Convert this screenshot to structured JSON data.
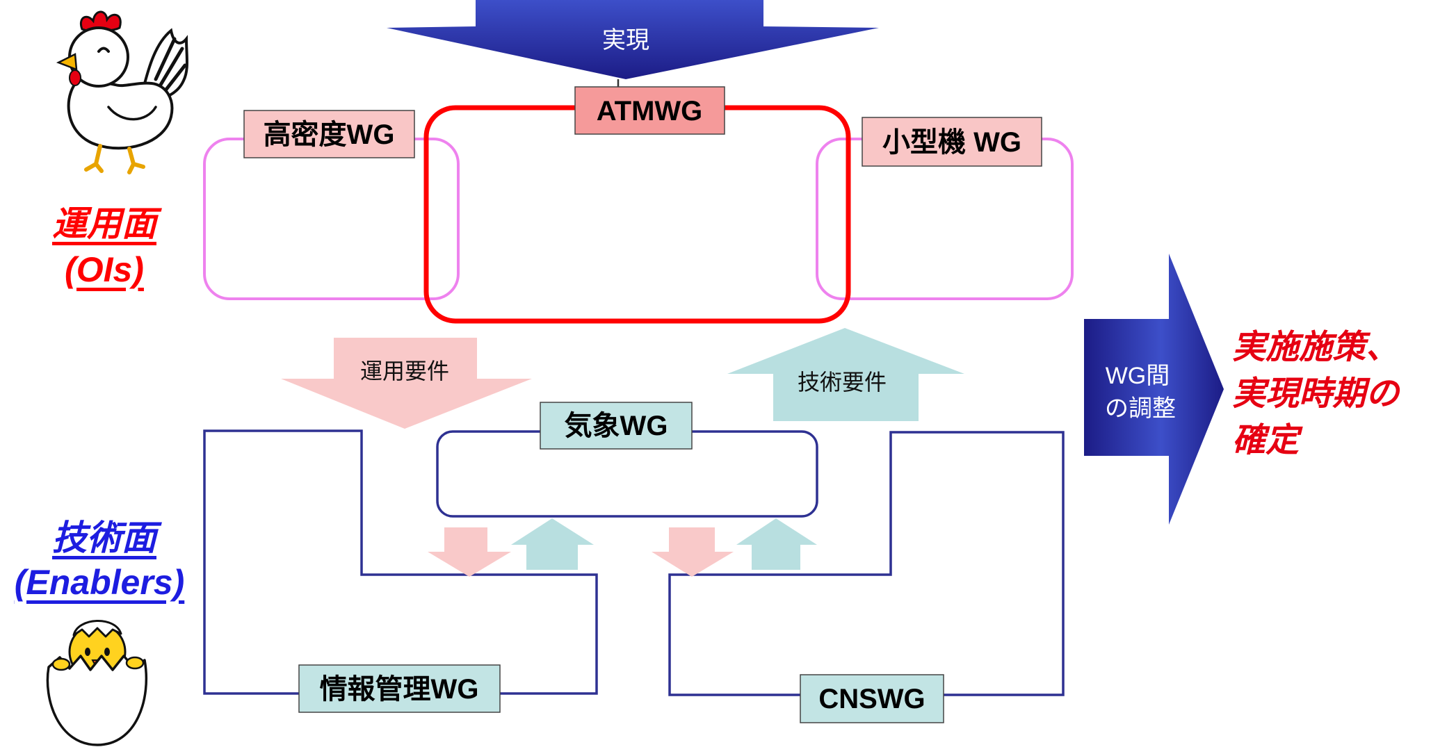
{
  "colors": {
    "arrow_blue_light": "#3d4fc9",
    "arrow_blue_dark": "#1c1c86",
    "ops_red": "#ff0000",
    "ops_pink": "#ee82ee",
    "enabler_navy": "#2e3192",
    "label_pink": "#f9c6c6",
    "label_salmon": "#f59a9a",
    "label_teal": "#c2e4e4",
    "arrow_pink": "#f9c9c9",
    "arrow_teal": "#b8dfe0",
    "conclusion_red": "#e60012",
    "enabler_blue": "#1d1de0"
  },
  "icons": {
    "operations_mascot": "chicken-icon",
    "enablers_mascot": "chick-in-egg-icon"
  },
  "top_arrow": {
    "label": "実現"
  },
  "operations": {
    "section_label": "運用面",
    "section_sublabel": "(OIs)",
    "groups": {
      "atm": "ATMWG",
      "high_density": "高密度WG",
      "small_aircraft": "小型機 WG"
    }
  },
  "flows": {
    "operational_requirements": "運用要件",
    "technical_requirements": "技術要件"
  },
  "enablers": {
    "section_label": "技術面",
    "section_sublabel": "(Enablers)",
    "groups": {
      "meteorology": "気象WG",
      "information_management": "情報管理WG",
      "cns": "CNSWG"
    }
  },
  "coordination": {
    "lines": [
      "WG間",
      "の調整"
    ]
  },
  "outcome": {
    "lines": [
      "実施施策、",
      "実現時期の",
      "確定"
    ]
  }
}
